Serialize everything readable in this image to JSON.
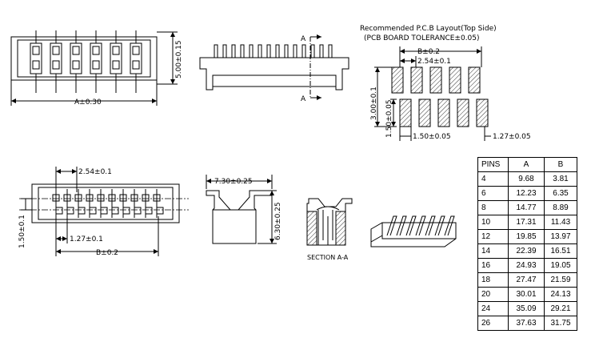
{
  "views": {
    "top": {
      "width_dim": "A±0.30",
      "height_dim": "5.00±0.15"
    },
    "front": {
      "section_mark_top": "A",
      "section_mark_bottom": "A"
    },
    "pcb_layout": {
      "title_line1": "Recommended P.C.B Layout(Top Side)",
      "title_line2": "(PCB BOARD TOLERANCE±0.05)",
      "b_dim": "B±0.2",
      "pitch_dim": "2.54±0.1",
      "row_gap_dim": "3.00±0.1",
      "pad_height_dim": "1.50±0.05",
      "pad_width_dim": "1.50±0.05",
      "offset_dim": "1.27±0.05"
    },
    "bottom": {
      "pitch_dim": "2.54±0.1",
      "stagger_dim": "1.27±0.1",
      "b_dim": "B±0.2",
      "height_dim": "1.50±0.1"
    },
    "side": {
      "width_dim": "7.30±0.25",
      "height_dim": "6.30±0.25"
    },
    "section": {
      "label": "SECTION A-A"
    }
  },
  "pin_table": {
    "headers": [
      "PINS",
      "A",
      "B"
    ],
    "rows": [
      [
        "4",
        "9.68",
        "3.81"
      ],
      [
        "6",
        "12.23",
        "6.35"
      ],
      [
        "8",
        "14.77",
        "8.89"
      ],
      [
        "10",
        "17.31",
        "11.43"
      ],
      [
        "12",
        "19.85",
        "13.97"
      ],
      [
        "14",
        "22.39",
        "16.51"
      ],
      [
        "16",
        "24.93",
        "19.05"
      ],
      [
        "18",
        "27.47",
        "21.59"
      ],
      [
        "20",
        "30.01",
        "24.13"
      ],
      [
        "24",
        "35.09",
        "29.21"
      ],
      [
        "26",
        "37.63",
        "31.75"
      ]
    ]
  }
}
